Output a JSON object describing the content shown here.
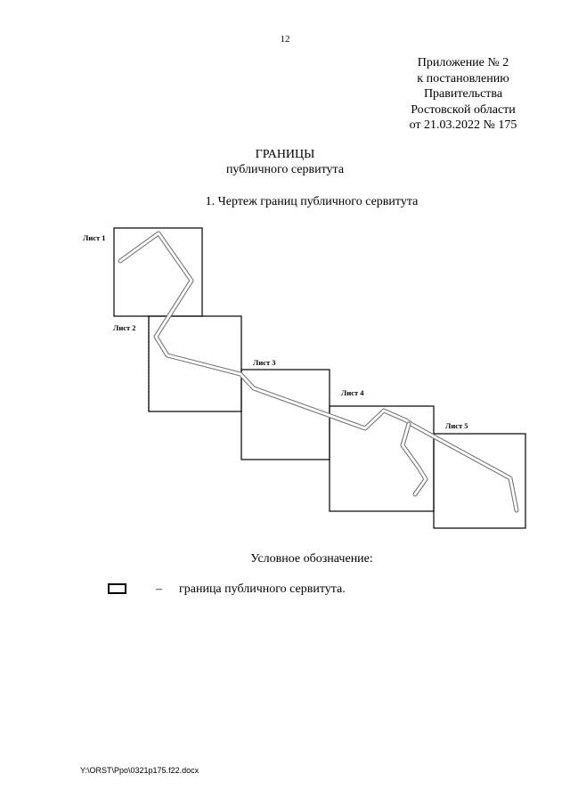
{
  "page_number": "12",
  "appendix": {
    "lines": [
      "Приложение № 2",
      "к постановлению",
      "Правительства",
      "Ростовской области",
      "от 21.03.2022 № 175"
    ]
  },
  "title": {
    "main": "ГРАНИЦЫ",
    "subtitle": "публичного сервитута"
  },
  "section_heading": "1. Чертеж границ публичного сервитута",
  "sheets": [
    "Лист 1",
    "Лист 2",
    "Лист 3",
    "Лист 4",
    "Лист 5"
  ],
  "legend": {
    "title": "Условное обозначение:",
    "dash": "–",
    "item_text": "граница публичного сервитута."
  },
  "footer_path": "Y:\\ORST\\Ppo\\0321p175.f22.docx"
}
